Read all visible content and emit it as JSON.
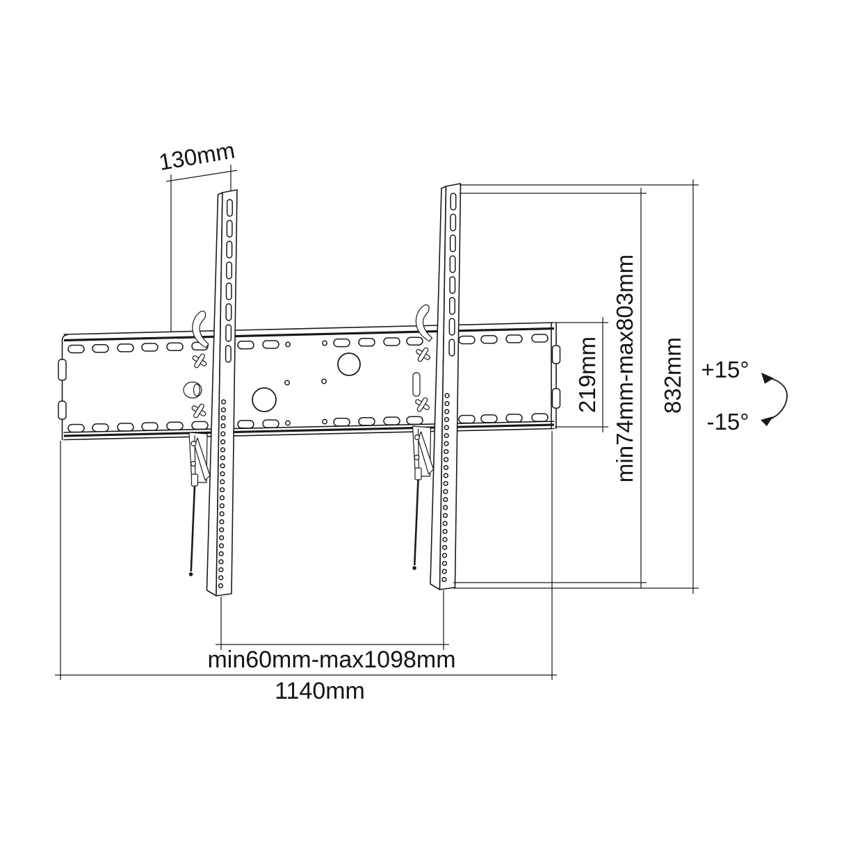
{
  "diagram": {
    "type": "tv-wall-mount-technical-drawing",
    "dimensions": {
      "bracket_depth": "130mm",
      "wall_plate_height": "219mm",
      "bracket_height_range": "min74mm-max803mm",
      "total_height": "832mm",
      "tilt_up": "+15°",
      "tilt_down": "-15°",
      "bracket_spacing_range": "min60mm-max1098mm",
      "wall_plate_width": "1140mm"
    },
    "colors": {
      "line": "#1a1a1a",
      "background": "#ffffff"
    }
  }
}
